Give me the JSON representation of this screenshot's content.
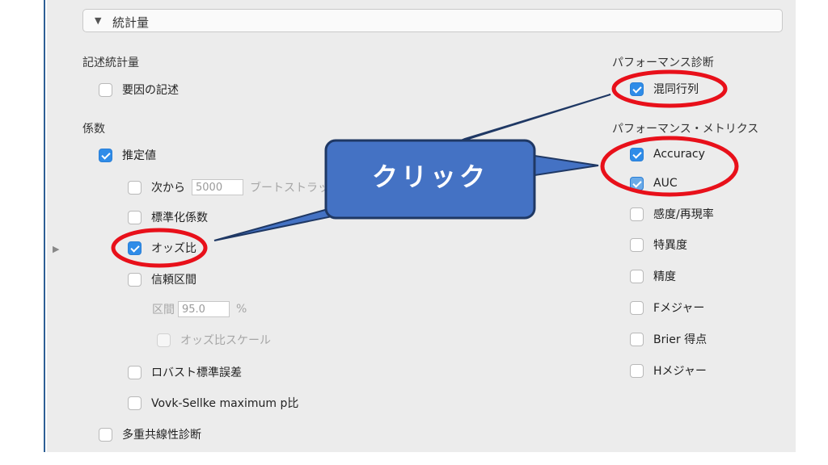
{
  "section": {
    "title": "統計量"
  },
  "descriptive": {
    "heading": "記述統計量",
    "factor_label": "要因の記述",
    "factor_checked": false
  },
  "coefficients": {
    "heading": "係数",
    "estimates_label": "推定値",
    "from_label": "次から",
    "from_value": "5000",
    "bootstrap_label": "ブートストラップ",
    "standardized_label": "標準化係数",
    "odds_label": "オッズ比",
    "ci_label": "信頼区間",
    "interval_label": "区間",
    "interval_value": "95.0",
    "percent": "%",
    "odds_scale_label": "オッズ比スケール",
    "robust_label": "ロバスト標準誤差",
    "vovk_label": "Vovk-Sellke maximum p比",
    "multicollinearity_label": "多重共線性診断"
  },
  "performance_diagnostics": {
    "heading": "パフォーマンス診断",
    "confusion_label": "混同行列"
  },
  "performance_metrics": {
    "heading": "パフォーマンス・メトリクス",
    "items": [
      {
        "label": "Accuracy",
        "checked": true
      },
      {
        "label": "AUC",
        "checked": true
      },
      {
        "label": "感度/再現率",
        "checked": false
      },
      {
        "label": "特異度",
        "checked": false
      },
      {
        "label": "精度",
        "checked": false
      },
      {
        "label": "Fメジャー",
        "checked": false
      },
      {
        "label": "Brier 得点",
        "checked": false
      },
      {
        "label": "Hメジャー",
        "checked": false
      }
    ]
  },
  "callout": {
    "text": "クリック"
  },
  "colors": {
    "accent": "#2f8ce8",
    "callout_fill": "#4472c4",
    "highlight_ring": "#e8101a"
  }
}
